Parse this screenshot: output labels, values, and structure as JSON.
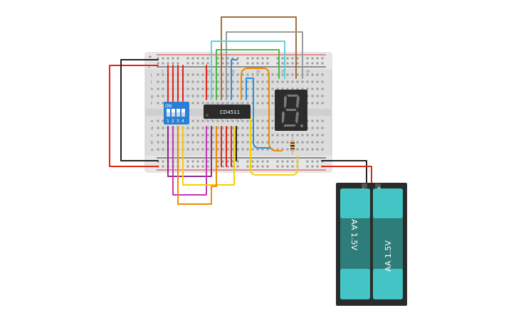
{
  "breadboard": {
    "row_letters_top": [
      "j",
      "i",
      "h",
      "g",
      "f"
    ],
    "row_letters_bottom": [
      "e",
      "d",
      "c",
      "b",
      "a"
    ],
    "column_numbers": [
      "1",
      "5",
      "10",
      "15",
      "20",
      "25",
      "30"
    ],
    "rail_plus": "+",
    "rail_minus": "-"
  },
  "dip_switch": {
    "on_label": "ON",
    "switch_numbers": [
      "1",
      "2",
      "3",
      "4"
    ]
  },
  "ic": {
    "label": "CD4511"
  },
  "display": {
    "digit": "8"
  },
  "battery": {
    "plus": "+",
    "minus": "-",
    "cells": [
      "AA 1.5V",
      "AA 1.5V"
    ]
  },
  "colors": {
    "red": "#e2231a",
    "black": "#222222",
    "purple": "#8e2b8f",
    "magenta": "#c239b3",
    "yellow": "#f5d000",
    "orange": "#f08a00",
    "brown": "#a0703c",
    "gray": "#9a9a9a",
    "cyan": "#5fd1d1",
    "green": "#4cb84c",
    "blue": "#2b8fd8",
    "battery_cell": "#2e7d7b",
    "battery_cap": "#44c5c5"
  }
}
